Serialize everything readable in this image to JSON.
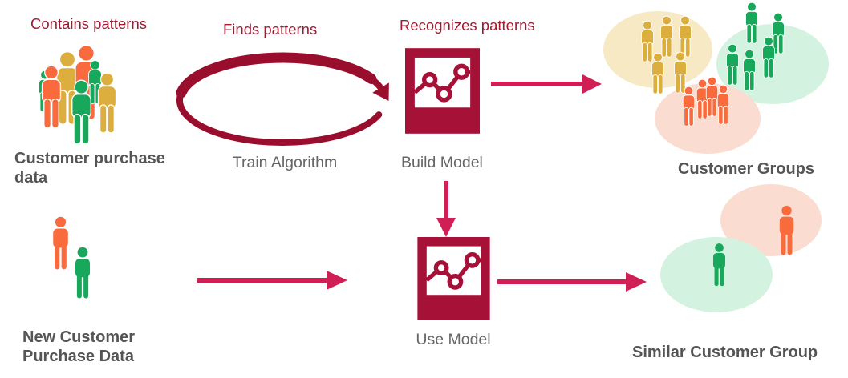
{
  "title": "Machine learning customer clustering workflow",
  "labels": {
    "contains_patterns": "Contains patterns",
    "finds_patterns": "Finds patterns",
    "recognizes_patterns": "Recognizes patterns",
    "customer_purchase_data": "Customer purchase data",
    "train_algorithm": "Train Algorithm",
    "build_model": "Build Model",
    "customer_groups": "Customer Groups",
    "new_customer_purchase_data": "New Customer Purchase Data",
    "use_model": "Use Model",
    "similar_customer_group": "Similar Customer Group"
  },
  "colors": {
    "header_red": "#9E1B32",
    "loop_maroon": "#9A0E2D",
    "model_crimson": "#A61138",
    "arrow_pink": "#D01F55",
    "person_orange": "#F96A3C",
    "person_gold": "#DCAE3E",
    "person_green": "#17A85B",
    "ellipse_yellow": "#F7E9C4",
    "ellipse_green": "#D4F2E0",
    "ellipse_pink": "#FADCD0",
    "caption_gray": "#666666",
    "caption_dark": "#555555"
  },
  "icons": {
    "customer_purchase_data": "people-crowd-icon",
    "train_algorithm": "loop-arrow-icon",
    "build_model": "model-chart-icon",
    "use_model": "model-chart-icon",
    "new_customers": "person-icon"
  },
  "groups": {
    "customer_purchase_crowd": [
      {
        "color": "orange",
        "count": 2
      },
      {
        "color": "gold",
        "count": 2
      },
      {
        "color": "green",
        "count": 3
      }
    ],
    "customer_groups": [
      {
        "color": "gold",
        "count": 5,
        "ellipse": "yellow"
      },
      {
        "color": "green",
        "count": 5,
        "ellipse": "green"
      },
      {
        "color": "orange",
        "count": 4,
        "ellipse": "pink"
      }
    ],
    "new_customers": [
      {
        "color": "orange",
        "count": 1
      },
      {
        "color": "green",
        "count": 1
      }
    ],
    "similar_customer_group": [
      {
        "color": "orange",
        "count": 1,
        "ellipse": "pink"
      },
      {
        "color": "green",
        "count": 1,
        "ellipse": "green"
      }
    ]
  }
}
